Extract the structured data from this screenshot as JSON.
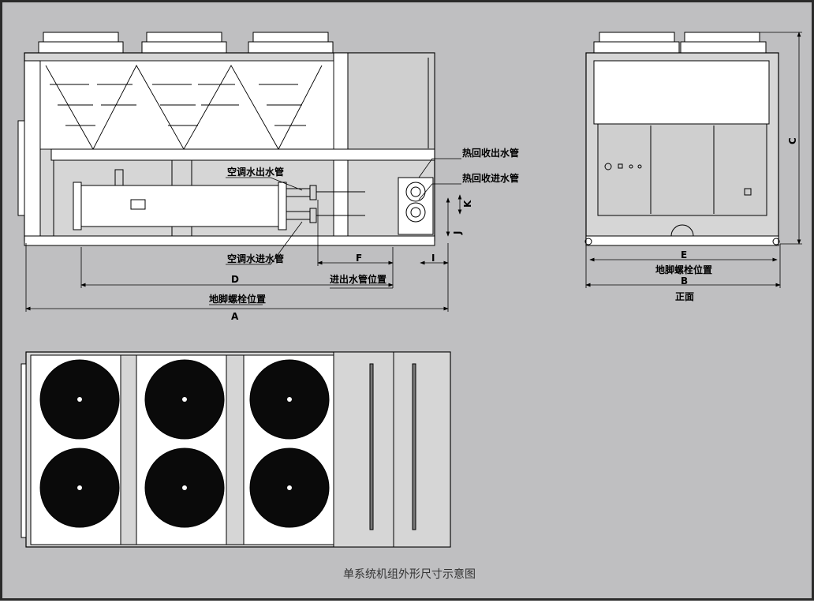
{
  "labels": {
    "hr_out": "热回收出水管",
    "hr_in": "热回收进水管",
    "ac_out": "空调水出水管",
    "ac_in": "空调水进水管",
    "pipe_pos": "进出水管位置",
    "bolt_pos_side": "地脚螺栓位置",
    "bolt_pos_front": "地脚螺栓位置",
    "front_view": "正面",
    "caption": "单系统机组外形尺寸示意图"
  },
  "dimensions": {
    "A": "A",
    "B": "B",
    "C": "C",
    "D": "D",
    "E": "E",
    "F": "F",
    "I": "I",
    "J": "J",
    "K": "K"
  },
  "colors": {
    "background": "#bfbfc1",
    "frame": "#2a2a2a",
    "line": "#000000",
    "fan": "#0a0a0a"
  }
}
